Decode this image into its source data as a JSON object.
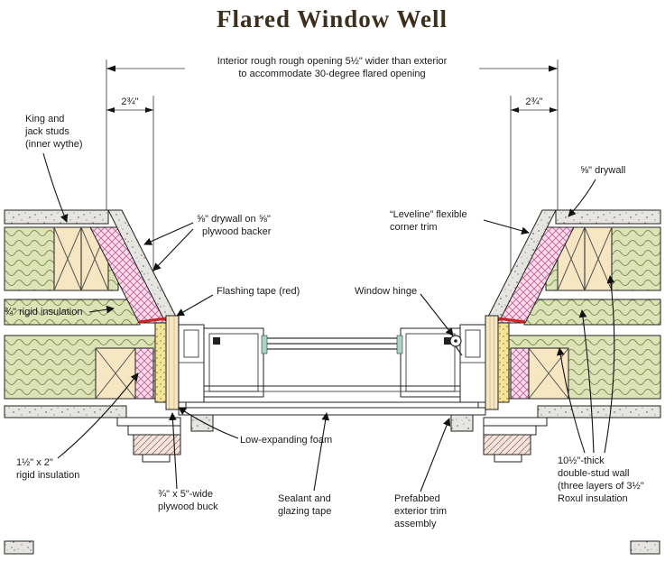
{
  "title": "Flared Window Well",
  "dimensions": {
    "note_line1": "Interior rough rough opening 5½\" wider than exterior",
    "note_line2": "to accommodate 30-degree flared opening",
    "left_offset": "2¾\"",
    "right_offset": "2¾\""
  },
  "labels": {
    "king": [
      "King and",
      "jack studs",
      "(inner wythe)"
    ],
    "drywall_backer": [
      "⅝\" drywall on ⅝\"",
      "plywood backer"
    ],
    "rigid_insulation_34": "¾\" rigid insulation",
    "flashing_tape": "Flashing tape (red)",
    "window_hinge": "Window hinge",
    "leveline": [
      "“Leveline” flexible",
      "corner trim"
    ],
    "drywall_58": "⅝\" drywall",
    "rigid_insulation_15x2": [
      "1½\" x 2\"",
      "rigid insulation"
    ],
    "plywood_buck": [
      "¾\" x 5\"-wide",
      "plywood buck"
    ],
    "foam": "Low-expanding foam",
    "sealant": [
      "Sealant and",
      "glazing tape"
    ],
    "prefab": [
      "Prefabbed",
      "exterior trim",
      "assembly"
    ],
    "double_stud": [
      "10½\"-thick",
      "double-stud wall",
      "(three layers of 3½\"",
      "Roxul insulation"
    ]
  },
  "colors": {
    "insulation_batt": "#dde3b7",
    "rigid_pink": "#f6dce9",
    "wood": "#f6e6c2",
    "drywall_gray": "#e6e5e1",
    "foam_yellow": "#f3e49a",
    "flashing_red": "#cc2222",
    "title_brown": "#3d2f1e"
  }
}
